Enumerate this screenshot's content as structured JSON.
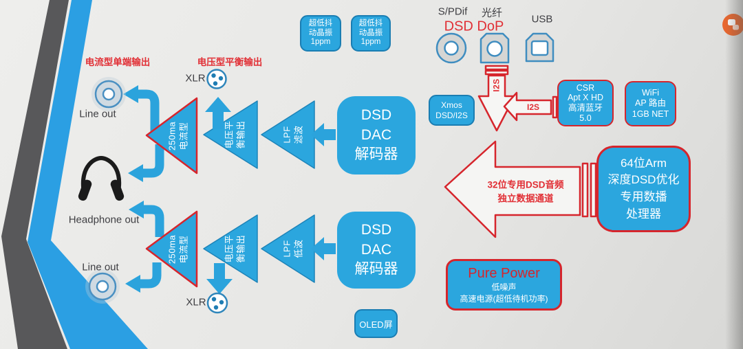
{
  "meta": {
    "colors": {
      "block_blue": "#2ba6de",
      "block_border_blue": "#1a7db2",
      "accent_red": "#d6252c",
      "stripe_blue": "#2b9fe3",
      "stripe_dark": "#58585a",
      "background": "#e7e7e5",
      "text_dark": "#3e3e42",
      "logo_orange": "#e8672f"
    }
  },
  "top_ports": {
    "spdif_label": "S/PDif",
    "dsd_dop_label": "DSD DoP",
    "optical_label": "光纤",
    "usb_label": "USB"
  },
  "oscillators": {
    "osc1": "超低抖\n动晶振\n1ppm",
    "osc2": "超低抖\n动晶振\n1ppm"
  },
  "outputs": {
    "current_label": "电流型单端输出",
    "voltage_label": "电压型平衡输出",
    "xlr_top": "XLR",
    "xlr_bottom": "XLR",
    "line_out_top": "Line out",
    "line_out_bottom": "Line out",
    "headphone_label": "Headphone out"
  },
  "amps": {
    "top": {
      "drv": "250ma\n电流型",
      "bal": "电压平\n衡输出",
      "lpf": "LPF\n滤波"
    },
    "bottom": {
      "drv": "250ma\n电流型",
      "bal": "电压平\n衡输出",
      "lpf": "LPF\n低波"
    }
  },
  "dac": {
    "top": "DSD\nDAC\n解码器",
    "bottom": "DSD\nDAC\n解码器"
  },
  "xmos": "Xmos\nDSD/I2S",
  "i2s": {
    "down": "I2S",
    "left": "I2S"
  },
  "csr": "CSR\nApt X HD\n高清蓝牙\n5.0",
  "wifi": "WiFi\nAP 路由\n1GB NET",
  "arm": "64位Arm\n深度DSD优化\n专用数播\n处理器",
  "data_channel": "32位专用DSD音频\n独立数据通道",
  "power": {
    "title": "Pure Power",
    "sub": "低噪声\n高速电源(超低待机功率)"
  },
  "oled": "OLED屏"
}
